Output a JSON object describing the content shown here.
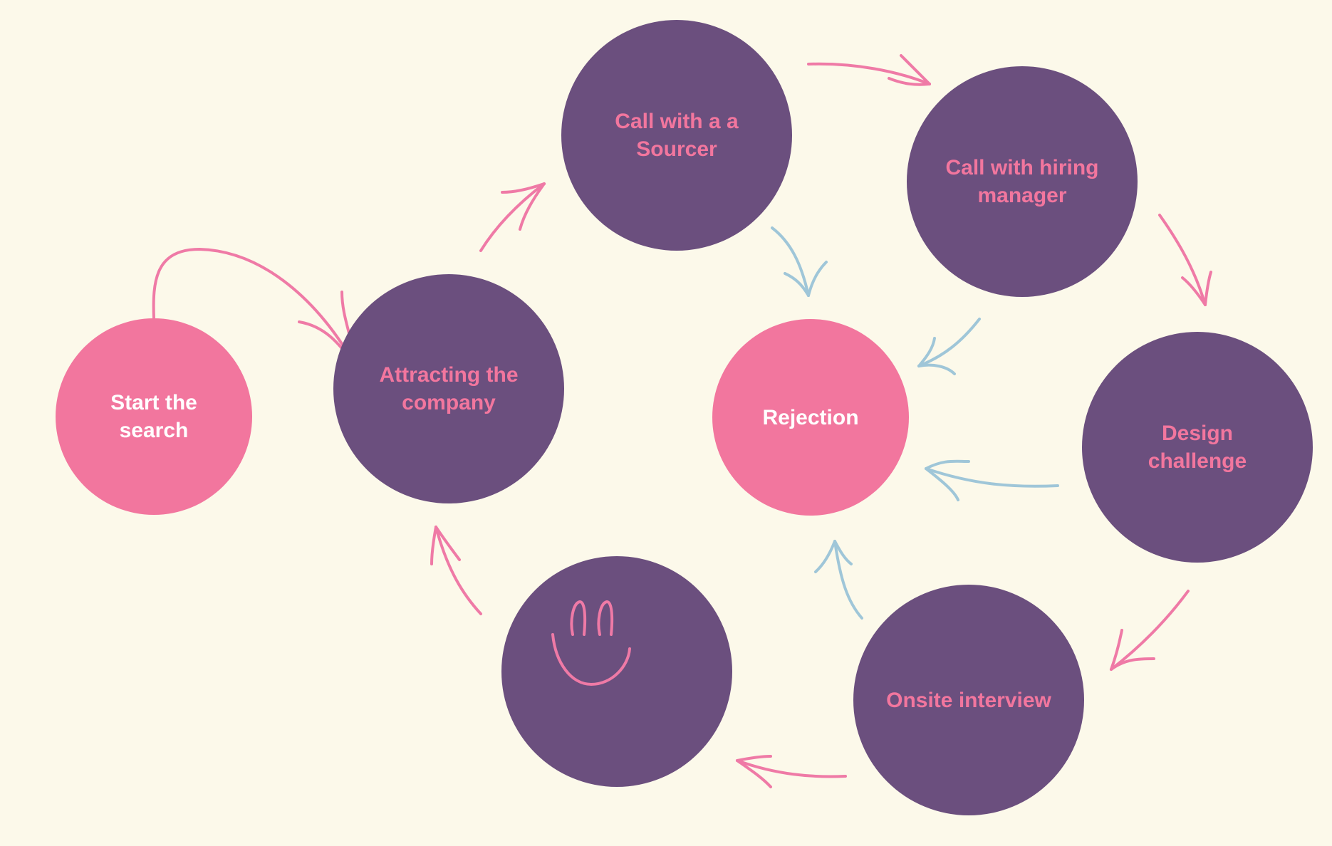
{
  "colors": {
    "background": "#fcf9ea",
    "stage_fill": "#6b4f7e",
    "endpoint_fill": "#f2769e",
    "stage_text": "#f2769e",
    "endpoint_text": "#ffffff",
    "forward_arrow": "#ef7aa6",
    "rejection_arrow": "#9fc6d8"
  },
  "nodes": {
    "start": {
      "label": "Start the\nsearch"
    },
    "attracting": {
      "label": "Attracting the\ncompany"
    },
    "sourcer": {
      "label": "Call with a a\nSourcer"
    },
    "hiring_manager": {
      "label": "Call with hiring\nmanager"
    },
    "design_challenge": {
      "label": "Design\nchallenge"
    },
    "onsite": {
      "label": "Onsite interview"
    },
    "offer": {
      "icon": "smiley-face-icon"
    },
    "rejection": {
      "label": "Rejection"
    }
  }
}
